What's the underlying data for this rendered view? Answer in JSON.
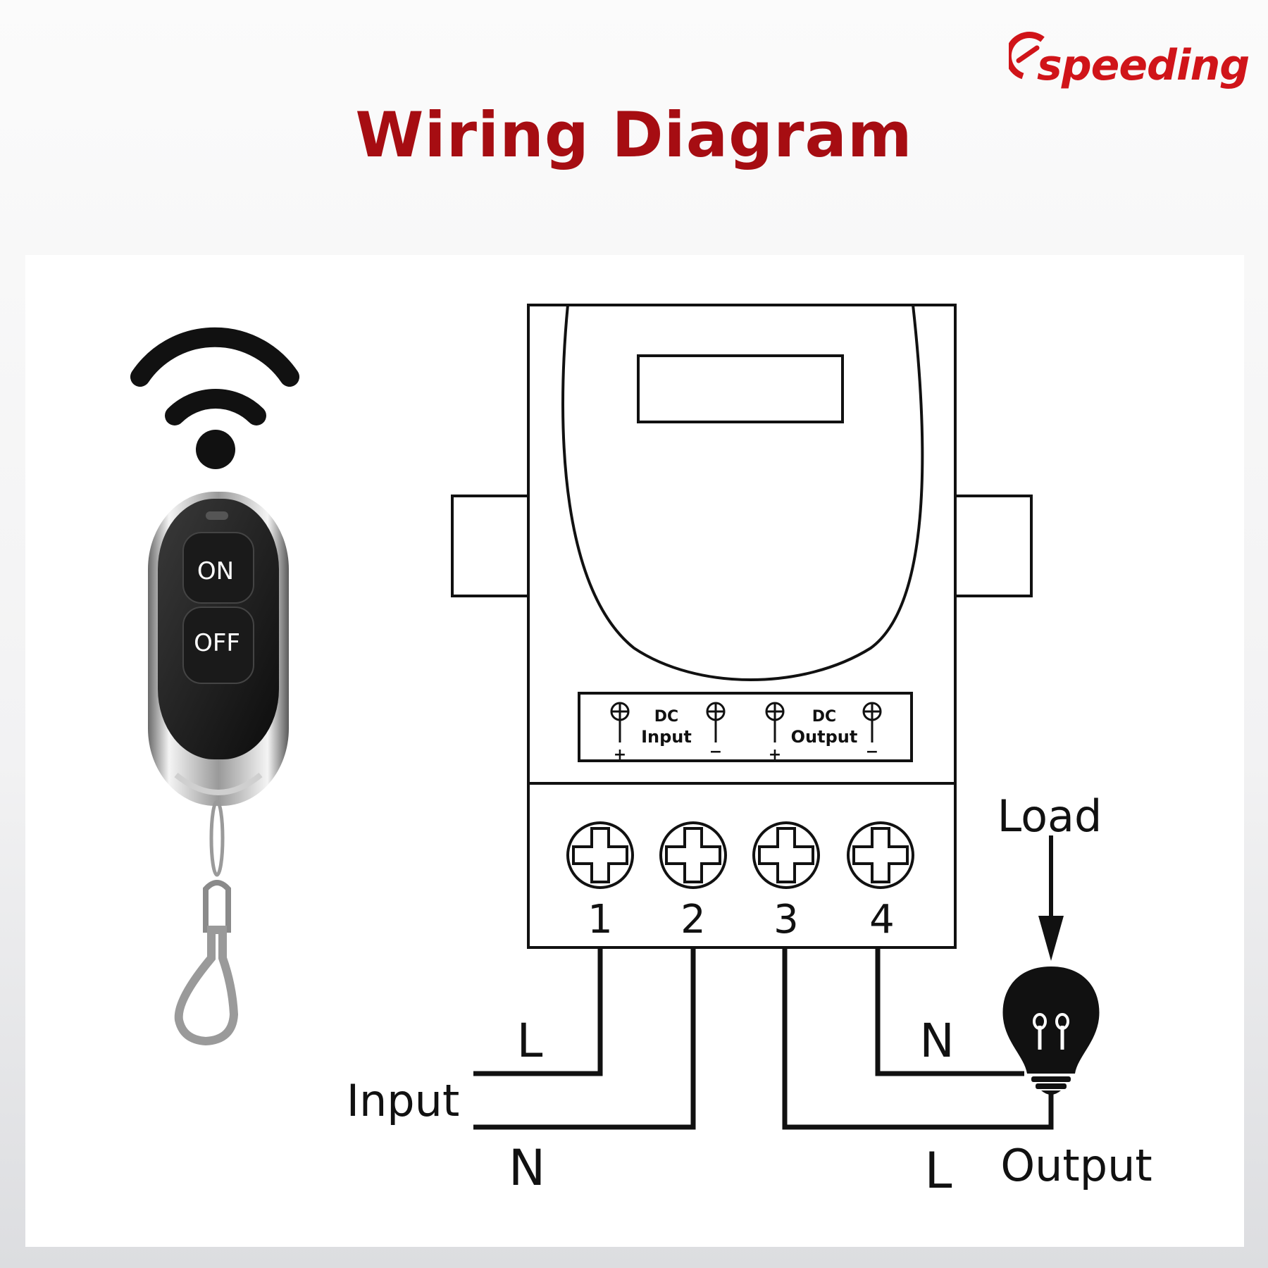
{
  "brand": {
    "logo_text": "speeding",
    "color": "#d01419"
  },
  "title": "Wiring Diagram",
  "title_color": "#a60d12",
  "remote": {
    "button_on": "ON",
    "button_off": "OFF",
    "icon": "wifi-signal-icon"
  },
  "module": {
    "dc_input_top": "DC",
    "dc_input_bottom": "Input",
    "dc_output_top": "DC",
    "dc_output_bottom": "Output",
    "plus": "+",
    "minus": "−"
  },
  "terminals": [
    "1",
    "2",
    "3",
    "4"
  ],
  "wiring": {
    "input_label": "Input",
    "input_l": "L",
    "input_n": "N",
    "output_label": "Output",
    "output_l": "L",
    "output_n": "N",
    "load_label": "Load"
  }
}
